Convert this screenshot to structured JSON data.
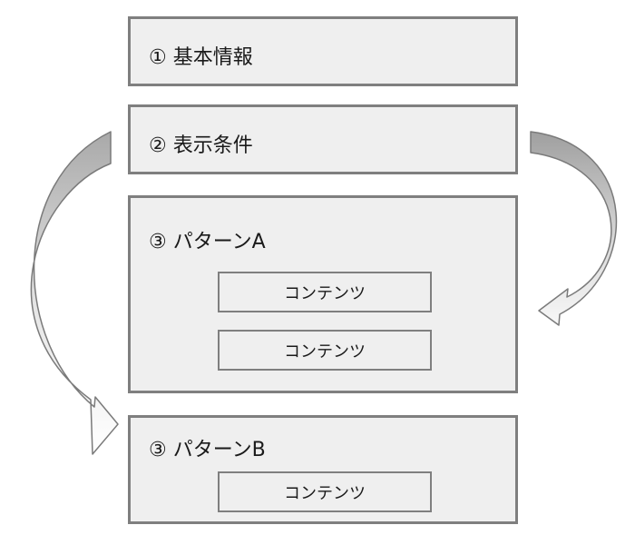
{
  "diagram": {
    "sections": [
      {
        "label": "① 基本情報"
      },
      {
        "label": "② 表示条件"
      },
      {
        "label": "③ パターンA",
        "contents": [
          {
            "label": "コンテンツ"
          },
          {
            "label": "コンテンツ"
          }
        ]
      },
      {
        "label": "③ パターンB",
        "contents": [
          {
            "label": "コンテンツ"
          }
        ]
      }
    ]
  },
  "colors": {
    "box_fill": "#efefef",
    "box_border": "#7f7f7f",
    "arrow_fill": "#c8c8c8",
    "arrow_stroke": "#7a7a7a",
    "text": "#1a1a1a"
  }
}
